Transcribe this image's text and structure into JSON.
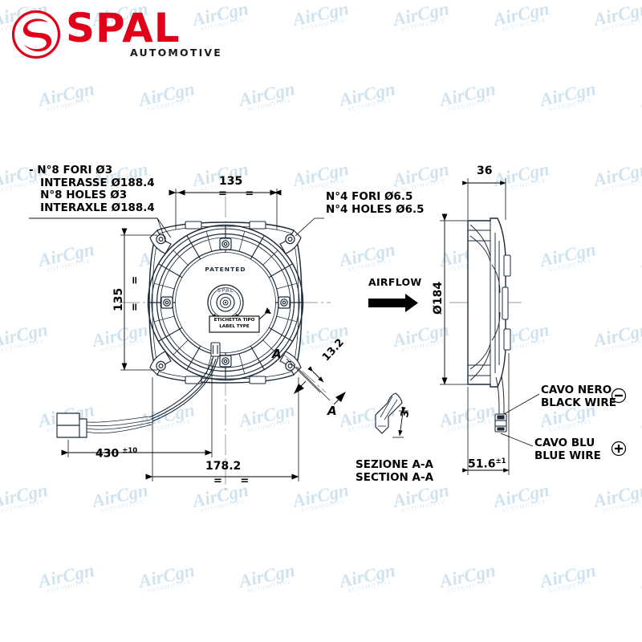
{
  "brand": {
    "name": "SPAL",
    "tagline": "AUTOMOTIVE",
    "logo_icon": "spal-s-circle-icon",
    "color": "#e1001a"
  },
  "watermark": {
    "text": "AirCgn",
    "subtext": "AUTOMOTIVE",
    "color": "#cfe2ef"
  },
  "drawing": {
    "title": "SPAL axial fan technical drawing",
    "front_view": {
      "hub_patented_text": "PATENTED",
      "hub_brand_text": "SPAL",
      "label_callout": {
        "line1": "ETICHETTA TIPO",
        "line2": "LABEL TYPE"
      },
      "section_marker": "A"
    },
    "callouts": [
      {
        "name": "mounting-holes-callout",
        "lines": [
          "- N°8 FORI Ø3",
          "   INTERASSE Ø188.4",
          "   N°8 HOLES Ø3",
          "   INTERAXLE Ø188.4"
        ]
      },
      {
        "name": "fixing-holes-callout",
        "lines": [
          "N°4 FORI Ø6.5",
          "N°4 HOLES Ø6.5"
        ]
      },
      {
        "name": "black-wire-callout",
        "lines": [
          "CAVO NERO",
          "BLACK WIRE"
        ],
        "polarity": "−",
        "polarity_icon": "minus-circle-icon"
      },
      {
        "name": "blue-wire-callout",
        "lines": [
          "CAVO BLU",
          "BLUE WIRE"
        ],
        "polarity": "+",
        "polarity_icon": "plus-circle-icon"
      }
    ],
    "airflow": {
      "label": "AIRFLOW",
      "icon": "arrow-right-icon"
    },
    "section_detail": {
      "line1": "SEZIONE A-A",
      "line2": "SECTION A-A",
      "thickness": "3"
    },
    "dimensions": {
      "width_top": "135",
      "height_left": "135",
      "overall_width": "178.2",
      "bolt_offset": "13.2",
      "cable_length": "430",
      "cable_tolerance": "±10",
      "depth_top": "36",
      "outer_diameter": "Ø184",
      "body_depth": "51.6",
      "body_depth_tolerance": "±1",
      "symmetry_mark": "=",
      "section_label": "A"
    }
  }
}
